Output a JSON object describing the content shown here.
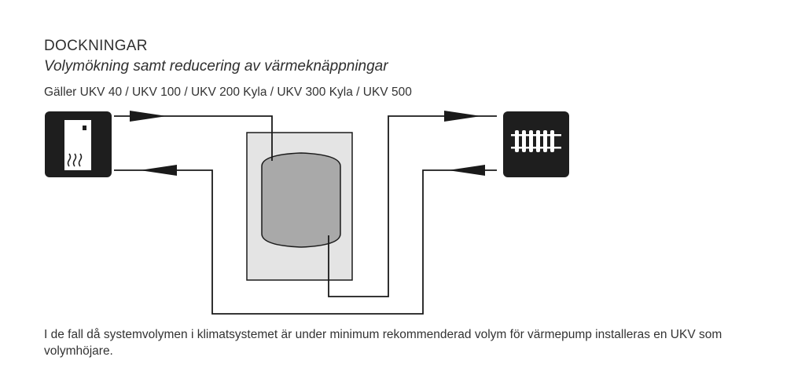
{
  "header": {
    "title": "DOCKNINGAR",
    "subtitle": "Volymökning samt reducering av värmeknäppningar",
    "applies_to": "Gäller UKV 40 /  UKV 100 / UKV 200 Kyla / UKV 300 Kyla / UKV 500"
  },
  "description": "I de fall då systemvolymen i klimatsystemet är under minimum rekommenderad volym för värmepump installeras en UKV som volymhöjare.",
  "colors": {
    "line": "#1a1a1a",
    "tank_outer": "#e4e4e4",
    "tank_inner": "#a9a9a9",
    "icon_box": "#1e1e1e",
    "icon_glyph": "#ffffff"
  },
  "icons": {
    "heat_pump": "heat-pump-icon",
    "radiator": "radiator-icon"
  }
}
